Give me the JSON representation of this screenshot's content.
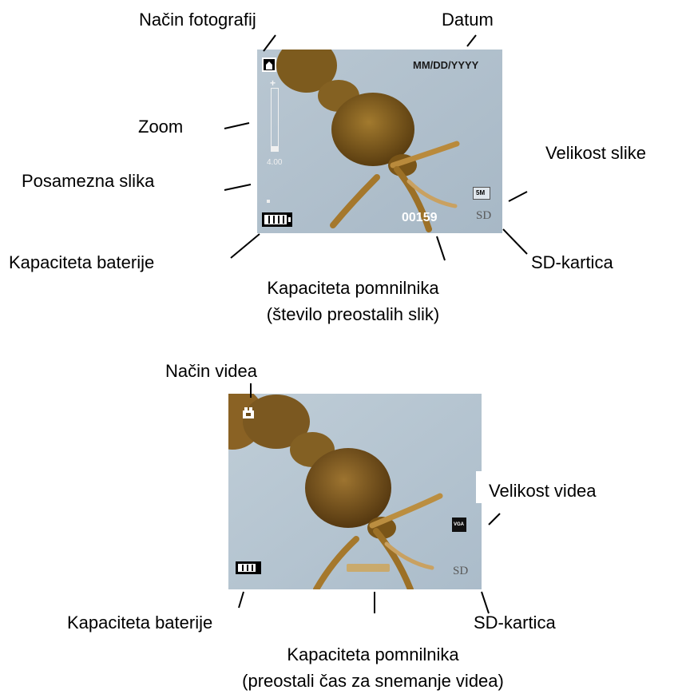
{
  "photo_mode": {
    "labels": {
      "mode": "Način fotografij",
      "date": "Datum",
      "zoom": "Zoom",
      "single_image": "Posamezna slika",
      "image_size": "Velikost slike",
      "battery": "Kapaciteta baterije",
      "sd_card": "SD-kartica",
      "memory_line1": "Kapaciteta pomnilnika",
      "memory_line2": "(število preostalih slik)"
    },
    "overlay": {
      "date_format": "MM/DD/YYYY",
      "zoom_value": "4.00",
      "size_badge": "5M",
      "counter": "00159",
      "sd": "SD"
    }
  },
  "video_mode": {
    "labels": {
      "mode": "Način videa",
      "video_size": "Velikost videa",
      "battery": "Kapaciteta baterije",
      "sd_card": "SD-kartica",
      "memory_line1": "Kapaciteta pomnilnika",
      "memory_line2": "(preostali čas za snemanje videa)"
    },
    "overlay": {
      "size_badge": "VGA",
      "sd": "SD"
    }
  }
}
